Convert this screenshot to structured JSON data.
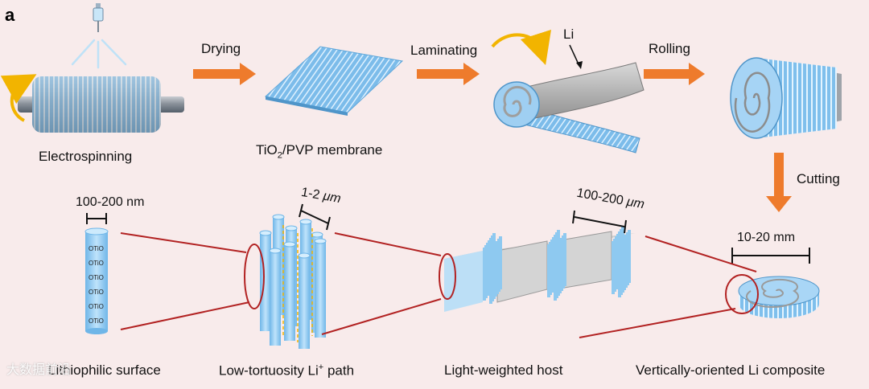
{
  "panel_label": "a",
  "steps": {
    "electrospinning": "Electrospinning",
    "drying": "Drying",
    "membrane_pre": "TiO",
    "membrane_sub": "2",
    "membrane_post": "/PVP membrane",
    "laminating": "Laminating",
    "li": "Li",
    "rolling": "Rolling",
    "cutting": "Cutting"
  },
  "dimensions": {
    "fiber_diameter": "100-200 nm",
    "bundle_spacing_pre": "1-2 ",
    "bundle_spacing_unit": "μm",
    "channel_width_pre": "100-200 ",
    "channel_width_unit": "μm",
    "disk_size": "10-20 mm"
  },
  "fiber_chem": [
    "O",
    "Ti",
    "O"
  ],
  "captions": {
    "lithiophilic": "Lithiophilic surface",
    "low_tortuosity_pre": "Low-tortuosity Li",
    "low_tortuosity_sup": "+",
    "low_tortuosity_post": " path",
    "light_weighted": "Light-weighted host",
    "vertically_oriented": "Vertically-oriented Li composite"
  },
  "watermark": "大数据前沿",
  "colors": {
    "background": "#f8ebeb",
    "arrow": "#ee7b2c",
    "fiber": "#8ec9f0",
    "fiber_dark": "#5aa6dc",
    "lithium": "#bdbdbd",
    "connector": "#b22222",
    "rotation_arrow": "#f2b400"
  }
}
